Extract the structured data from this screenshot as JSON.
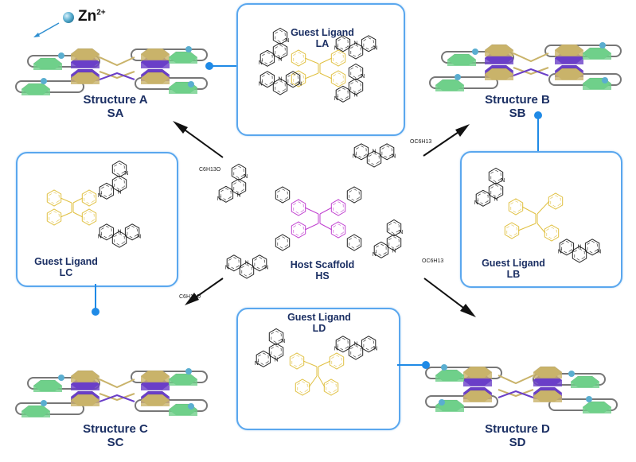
{
  "zinc_legend": {
    "symbol": "Zn",
    "charge": "2+"
  },
  "structures": [
    {
      "id": "SA",
      "name": "Structure A",
      "code": "SA"
    },
    {
      "id": "SB",
      "name": "Structure B",
      "code": "SB"
    },
    {
      "id": "SC",
      "name": "Structure C",
      "code": "SC"
    },
    {
      "id": "SD",
      "name": "Structure D",
      "code": "SD"
    }
  ],
  "ligands": [
    {
      "id": "LA",
      "title": "Guest Ligand",
      "code": "LA"
    },
    {
      "id": "LB",
      "title": "Guest Ligand",
      "code": "LB"
    },
    {
      "id": "LC",
      "title": "Guest Ligand",
      "code": "LC"
    },
    {
      "id": "LD",
      "title": "Guest Ligand",
      "code": "LD"
    }
  ],
  "host": {
    "title": "Host Scaffold",
    "code": "HS",
    "substituent": "OC6H13",
    "substituent_left": "C6H13O"
  },
  "atom_label": "N",
  "colors": {
    "box_border": "#5aa7ee",
    "connector": "#1f8ae6",
    "label_text": "#1b2f63",
    "tpe_core_guest": "#e0c040",
    "tpe_core_host": "#c040d0",
    "hexagon_gold": "#c9b36a",
    "hexagon_purple": "#6a3fc8",
    "hexagon_green": "#6fd08a",
    "zinc_ion": "#5aaed0"
  }
}
